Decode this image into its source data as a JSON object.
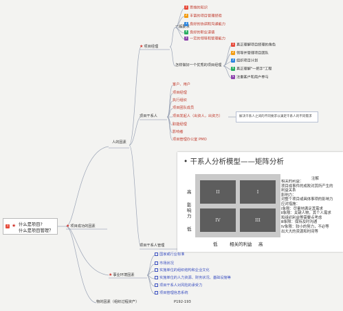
{
  "root": {
    "number": "1",
    "line1": "什么是项目?",
    "line2": "什么是项目管理？"
  },
  "success_factors": "项目成功的因素",
  "human_factors": "人的因素",
  "project_manager": "项目经理",
  "general_requirements": "一般要求",
  "requirements": [
    {
      "n": "1",
      "text": "思维的知识",
      "color": "#e74c3c"
    },
    {
      "n": "2",
      "text": "丰富的项目管理经验",
      "color": "#f39c12"
    },
    {
      "n": "3",
      "text": "良好的协调和沟通能力",
      "color": "#2e86de"
    },
    {
      "n": "4",
      "text": "良好的职业道德",
      "color": "#27ae60"
    },
    {
      "n": "5",
      "text": "一定的领导和管理能力",
      "color": "#8e44ad"
    }
  ],
  "excellent_pm": "怎样做好一个优秀的项目经理",
  "excellent_items": [
    {
      "n": "1",
      "text": "真正理解项目经理的角色",
      "color": "#e74c3c"
    },
    {
      "n": "2",
      "text": "领导并管理项目团队",
      "color": "#f39c12"
    },
    {
      "n": "3",
      "text": "组织项目计划",
      "color": "#2e86de"
    },
    {
      "n": "4",
      "text": "真正理解\"一把手\"工程",
      "color": "#27ae60"
    },
    {
      "n": "5",
      "text": "注重客户和用户参与",
      "color": "#8e44ad"
    }
  ],
  "stakeholders": "项目干系人",
  "stakeholder_items": [
    "客户、用户",
    "项目经理",
    "执行组织",
    "项目团队成员",
    "项目发起人（出资人，出资方）",
    "职能经理",
    "影响者",
    "项目管理办公室 PMO"
  ],
  "stakeholder_note": "解决干系人之间的不同要求以满足干系人的不同需求",
  "stakeholder_mgmt": "项目干系人管理",
  "slide": {
    "title": "干系人分析模型——矩阵分析",
    "y_high": "高",
    "y_label": [
      "影",
      "响",
      "力"
    ],
    "y_low": "低",
    "x_low": "低",
    "x_label": "相关的利益",
    "x_high": "高",
    "quadrants": {
      "tl": "II",
      "tr": "I",
      "bl": "IV",
      "br": "III"
    },
    "notes_heading": "注解",
    "notes": [
      "相关的利益：",
      "项目成事件的成败对其所产生的",
      "利益关系",
      "影响力：",
      "对整个项目或具体事项的影响力",
      "应对措施：",
      "Ⅰ象限：尽量地满足其需求",
      "Ⅱ象限：关键人物，其个人需求",
      "和组织利益等需要点考虑",
      "Ⅲ象限：保持及时沟通",
      "Ⅳ象限：较小的努力，不必等",
      "出大大的资源和时间等"
    ]
  },
  "environment": "事业环境因素",
  "env_items": [
    "国家或行业标准",
    "市场状况",
    "实施单位的组织结构和企业文化",
    "实施单位的人力资源、财务状况、基础设施等",
    "项目干系人对风险的承受力",
    "项目管理信息系统"
  ],
  "material_factors": "物的因素（组织过程资产）",
  "pages": "P192-193"
}
